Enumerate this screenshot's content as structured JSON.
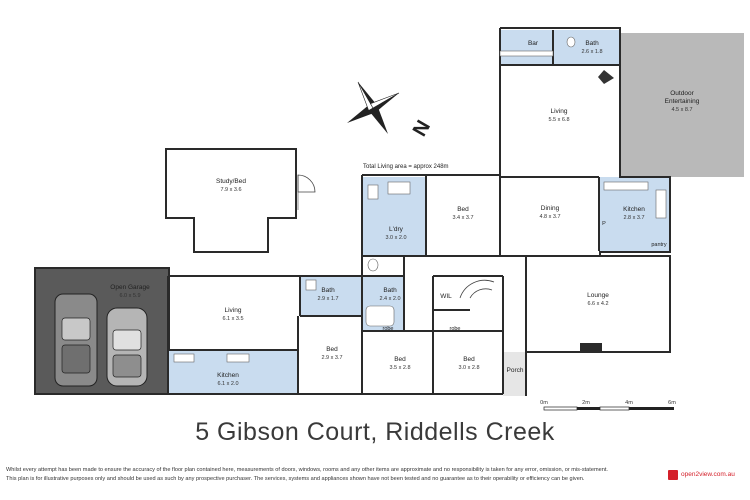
{
  "address": "5 Gibson Court, Riddells Creek",
  "total_area": "Total Living area = approx 248m",
  "rooms": [
    {
      "key": "bar",
      "name": "Bar",
      "dim": ""
    },
    {
      "key": "bath_top",
      "name": "Bath",
      "dim": "2.6 x 1.8"
    },
    {
      "key": "outdoor",
      "name": "Outdoor Entertaining",
      "dim": "4.5 x 8.7"
    },
    {
      "key": "living_top",
      "name": "Living",
      "dim": "5.5 x 6.8"
    },
    {
      "key": "study",
      "name": "Study/Bed",
      "dim": "7.9 x 3.6"
    },
    {
      "key": "bed_mid",
      "name": "Bed",
      "dim": "3.4 x 3.7"
    },
    {
      "key": "dining",
      "name": "Dining",
      "dim": "4.8 x 3.7"
    },
    {
      "key": "kitchen_r",
      "name": "Kitchen",
      "dim": "2.8 x 3.7"
    },
    {
      "key": "laundry",
      "name": "L'dry",
      "dim": "3.0 x 2.0"
    },
    {
      "key": "garage",
      "name": "Open Garage",
      "dim": "6.0 x 5.9"
    },
    {
      "key": "living_l",
      "name": "Living",
      "dim": "6.1 x 3.5"
    },
    {
      "key": "bath_l",
      "name": "Bath",
      "dim": "2.9 x 1.7"
    },
    {
      "key": "bath_m",
      "name": "Bath",
      "dim": "2.4 x 2.0"
    },
    {
      "key": "wil",
      "name": "WIL",
      "dim": ""
    },
    {
      "key": "lounge",
      "name": "Lounge",
      "dim": "6.6 x 4.2"
    },
    {
      "key": "bed_a",
      "name": "Bed",
      "dim": "2.9 x 3.7"
    },
    {
      "key": "bed_b",
      "name": "Bed",
      "dim": "3.5 x 2.8"
    },
    {
      "key": "bed_c",
      "name": "Bed",
      "dim": "3.0 x 2.8"
    },
    {
      "key": "kitchen_l",
      "name": "Kitchen",
      "dim": "6.1 x 2.0"
    },
    {
      "key": "porch",
      "name": "Porch",
      "dim": ""
    }
  ],
  "small_labels": {
    "pantry": "pantry",
    "robe1": "robe",
    "robe2": "robe",
    "p_label": "P"
  },
  "scale": {
    "ticks": [
      "0m",
      "2m",
      "4m",
      "6m"
    ]
  },
  "compass": {
    "letter": "N"
  },
  "disclaimer": [
    "Whilst every attempt has been made to ensure the accuracy of the floor plan contained here, measurements of doors, windows, rooms and any other items are approximate and no responsibility is taken for any error, omission, or mis-statement.",
    "This plan is for illustrative purposes only and should be used as such by any prospective purchaser. The services, systems and appliances shown have not been tested and no guarantee as to their operability or efficiency can be given."
  ],
  "brand": {
    "name": "open2view.com.au"
  },
  "colors": {
    "wet_area": "#c9dcef",
    "outdoor": "#b9b9b9",
    "garage": "#5a5a5a",
    "wall": "#2a2a2a"
  }
}
